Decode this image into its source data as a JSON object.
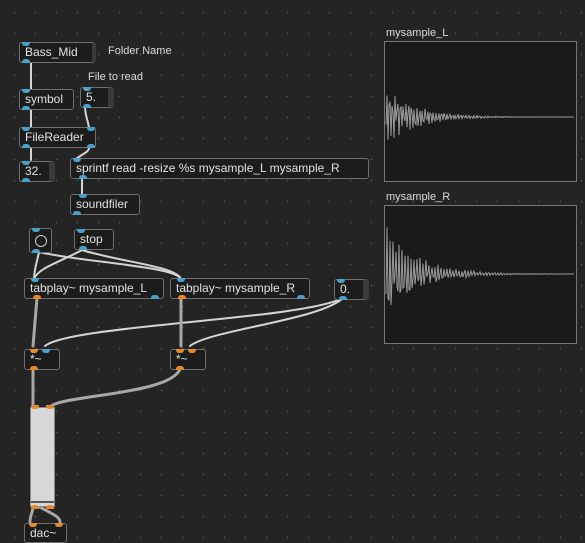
{
  "objects": {
    "bass_mid": "Bass_Mid",
    "symbol": "symbol",
    "file_number": "5.",
    "filereader": "FileReader",
    "count_number": "32.",
    "sprintf": "sprintf read -resize %s mysample_L mysample_R",
    "soundfiler": "soundfiler",
    "stop": "stop",
    "tabplay_left": "tabplay~ mysample_L",
    "tabplay_right": "tabplay~ mysample_R",
    "gain_number": "0.",
    "mult_left": "*~",
    "mult_right": "*~",
    "dac": "dac~"
  },
  "labels": {
    "folder_name": "Folder Name",
    "file_to_read": "File to read"
  },
  "arrays": {
    "left_name": "mysample_L",
    "right_name": "mysample_R"
  },
  "colors": {
    "background": "#242424",
    "control_inlet": "#4aa0c8",
    "signal_inlet": "#e48a2a",
    "cord": "#d4d4d4",
    "waveform": "#9a9a9a"
  }
}
